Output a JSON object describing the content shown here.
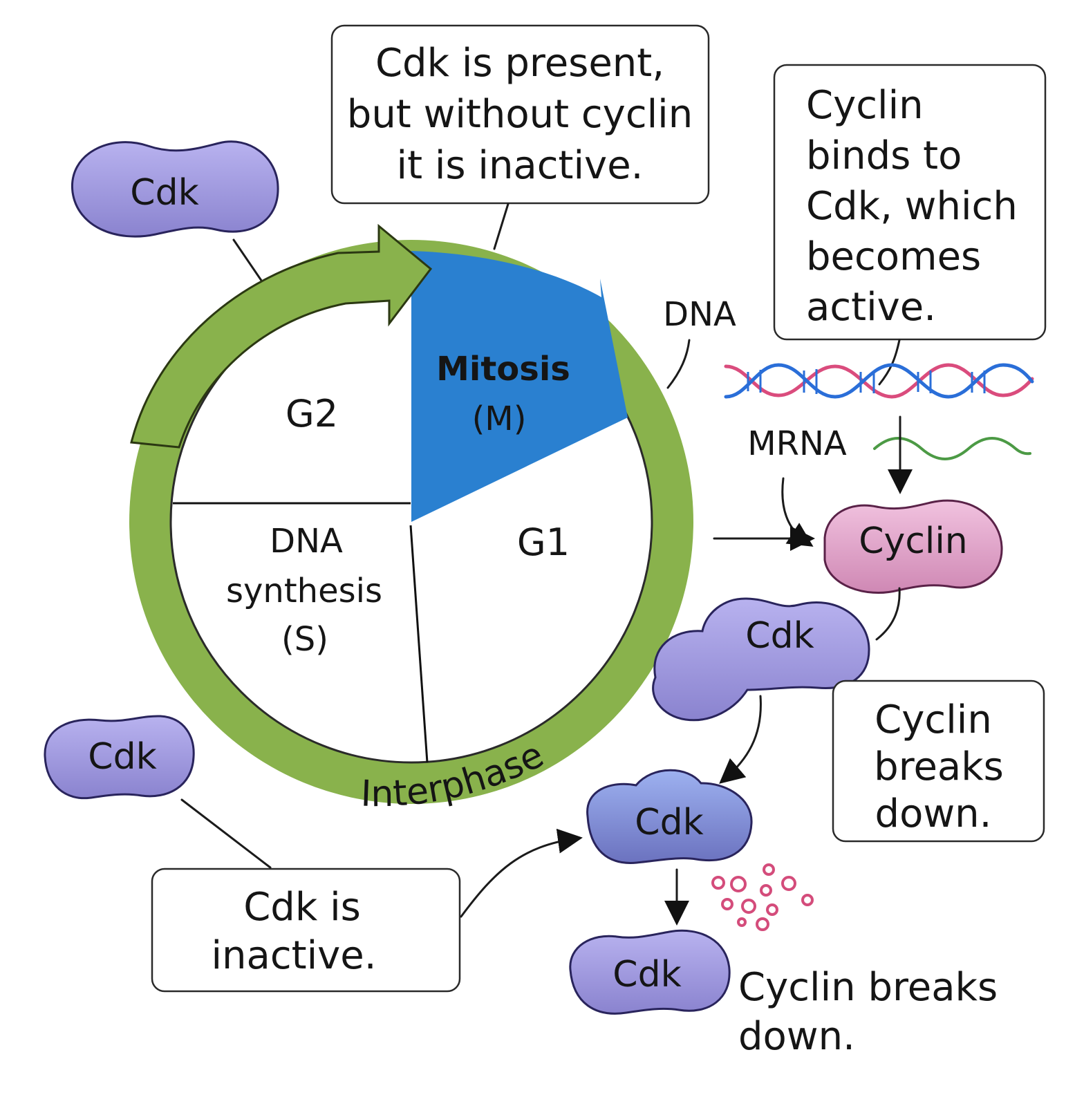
{
  "diagram": {
    "callouts": {
      "top_center": {
        "lines": [
          "Cdk is present,",
          "but without cyclin",
          "it is inactive."
        ]
      },
      "top_right": {
        "lines": [
          "Cyclin",
          "binds to",
          "Cdk, which",
          "becomes",
          "active."
        ]
      },
      "bottom_left": {
        "lines": [
          "Cdk is",
          "inactive."
        ]
      },
      "right_middle": {
        "lines": [
          "Cyclin",
          "breaks",
          "down."
        ]
      }
    },
    "cycle": {
      "phases": {
        "g2": "G2",
        "mitosis": [
          "Mitosis",
          "(M)"
        ],
        "s": [
          "DNA",
          "synthesis",
          "(S)"
        ],
        "g1": "G1"
      },
      "interphase_label": "Interphase"
    },
    "molecules": {
      "cdk_label": "Cdk",
      "cyclin_label": "Cyclin",
      "dna_label": "DNA",
      "mrna_label": "MRNA",
      "final_text": [
        "Cyclin breaks",
        "down."
      ]
    },
    "colors": {
      "interphase_green": "#89b24c",
      "mitosis_blue": "#2a80d0",
      "cdk_purple": "#9b96d9",
      "cdk_dark": "#7d86c5",
      "cyclin_pink": "#d8a1c6",
      "dna_red": "#da4c7d",
      "dna_blue": "#2a6ed8",
      "mrna_green": "#4c9a45",
      "fragment_pink": "#d44c7b"
    }
  }
}
